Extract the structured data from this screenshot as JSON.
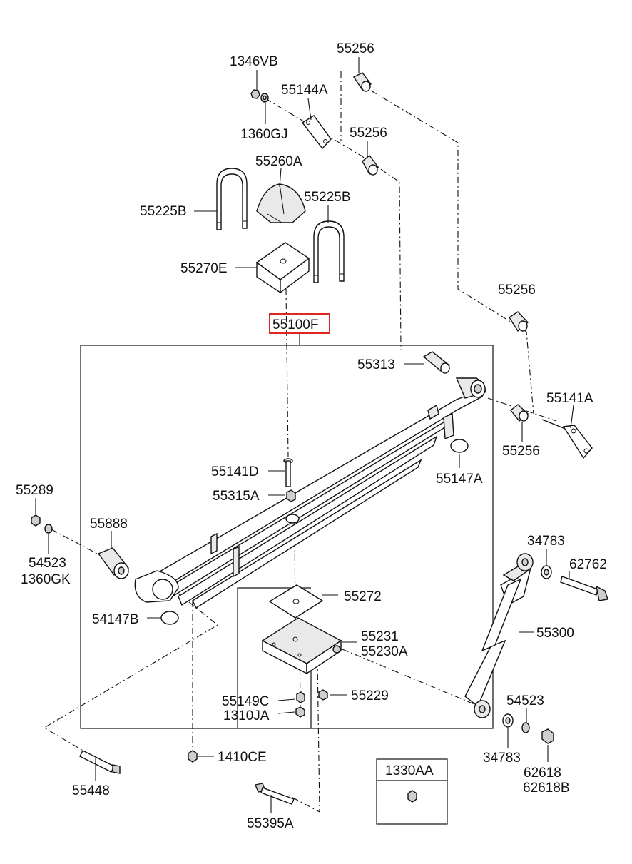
{
  "labels": {
    "p1346VB": "1346VB",
    "p1360GJ": "1360GJ",
    "p55144A": "55144A",
    "p55256_a": "55256",
    "p55256_b": "55256",
    "p55256_c": "55256",
    "p55256_d": "55256",
    "p55260A": "55260A",
    "p55225B_left": "55225B",
    "p55225B_right": "55225B",
    "p55270E": "55270E",
    "p55100F": "55100F",
    "p55313": "55313",
    "p55141A": "55141A",
    "p55141D": "55141D",
    "p55147A": "55147A",
    "p55315A": "55315A",
    "p55289": "55289",
    "p55888": "55888",
    "p54523_left": "54523",
    "p1360GK": "1360GK",
    "p34783_top": "34783",
    "p62762": "62762",
    "p55272": "55272",
    "p54147B": "54147B",
    "p55231": "55231",
    "p55230A": "55230A",
    "p55300": "55300",
    "p55229": "55229",
    "p55149C": "55149C",
    "p1310JA": "1310JA",
    "p54523_right": "54523",
    "p34783_bottom": "34783",
    "p62618": "62618",
    "p62618B": "62618B",
    "p1410CE": "1410CE",
    "p55448": "55448",
    "p55395A": "55395A",
    "p1330AA": "1330AA"
  },
  "colors": {
    "highlight": "#e0261f",
    "line": "#111111"
  },
  "highlighted_part": "55100F"
}
